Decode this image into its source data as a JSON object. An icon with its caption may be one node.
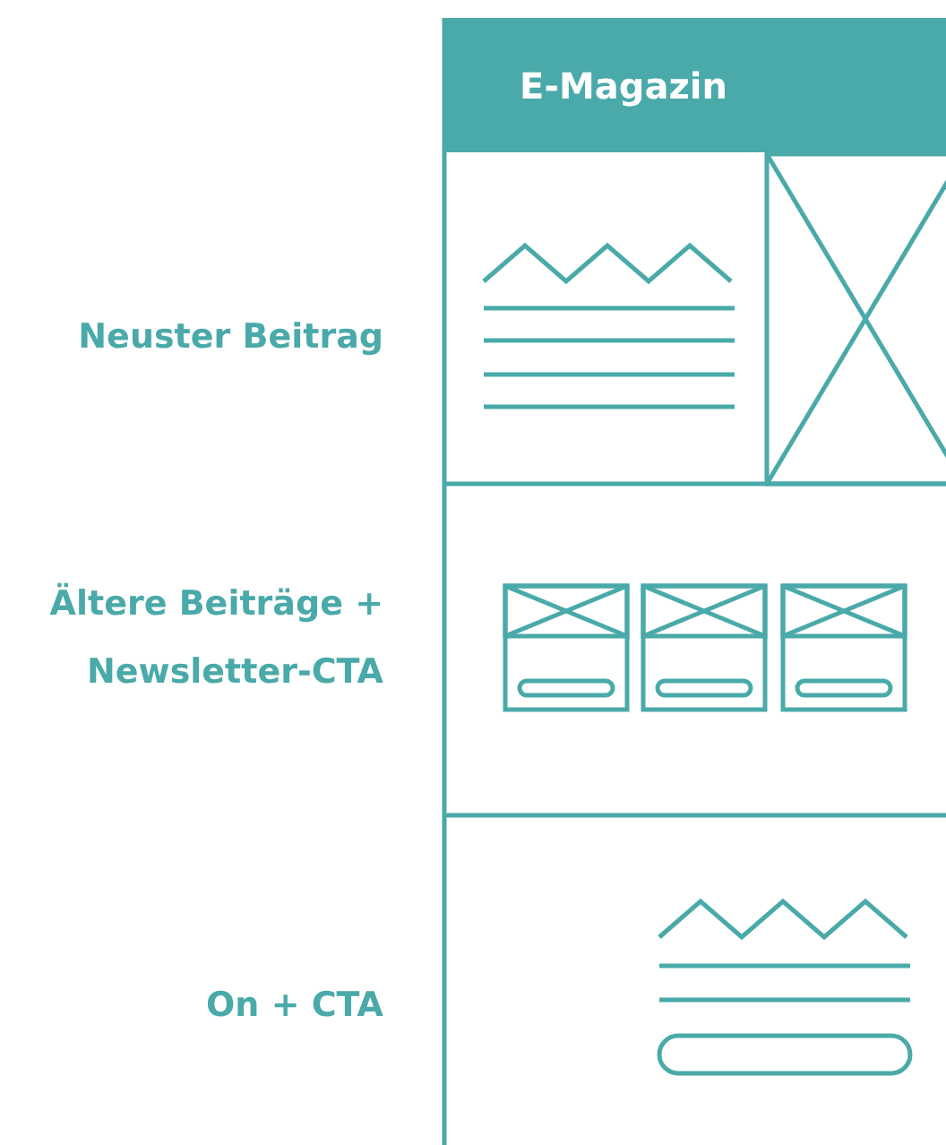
{
  "diagram": {
    "nodes": [
      {
        "text": [
          "E-Magazin"
        ]
      }
    ],
    "labels": [
      "Neuster Beitrag",
      "Ältere Beiträge + Newsletter-CTA",
      "On + CTA"
    ]
  }
}
